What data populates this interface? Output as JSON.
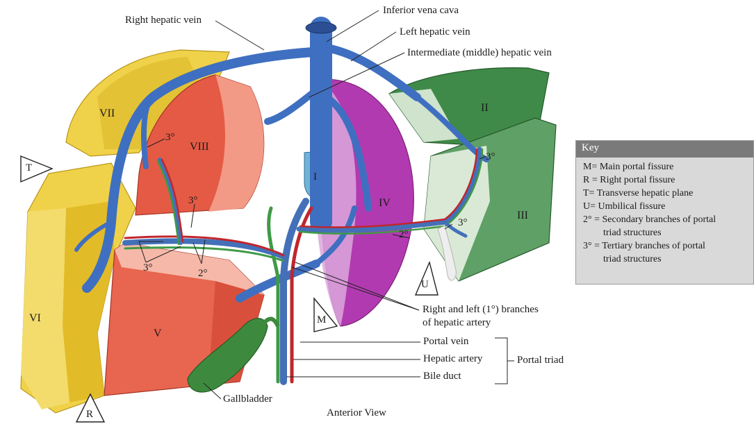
{
  "labels": {
    "right_hepatic_vein": "Right hepatic vein",
    "inferior_vena_cava": "Inferior vena cava",
    "left_hepatic_vein": "Left hepatic vein",
    "intermediate_hepatic_vein": "Intermediate (middle) hepatic vein",
    "right_left_branches_line1": "Right and left (1°) branches",
    "right_left_branches_line2": "of hepatic artery",
    "portal_vein": "Portal vein",
    "hepatic_artery": "Hepatic artery",
    "bile_duct": "Bile duct",
    "portal_triad": "Portal triad",
    "gallbladder": "Gallbladder",
    "view": "Anterior View"
  },
  "segments": {
    "II": "II",
    "III": "III",
    "IV": "IV",
    "V": "V",
    "VI": "VI",
    "VII": "VII",
    "VIII": "VIII",
    "I": "I"
  },
  "branch_marks": {
    "tertiary": "3°",
    "secondary": "2°"
  },
  "plane_markers": {
    "T": "T",
    "R": "R",
    "M": "M",
    "U": "U"
  },
  "key": {
    "title": "Key",
    "items": [
      "M= Main portal fissure",
      "R = Right portal fissure",
      "T= Transverse hepatic plane",
      "U= Umbilical fissure",
      "2° = Secondary branches of portal",
      "triad structures",
      "3° = Tertiary branches of portal",
      "triad structures"
    ]
  },
  "colors": {
    "vein_blue": "#3f6fc0",
    "artery_red": "#c0262c",
    "bile_green": "#3f9a45",
    "segment_yellow": "#e8c53c",
    "segment_red": "#e8654f",
    "segment_green": "#4f9a58",
    "segment_magenta": "#b23ab0",
    "key_header": "#7a7a7a",
    "key_bg": "#d9d9d9"
  }
}
